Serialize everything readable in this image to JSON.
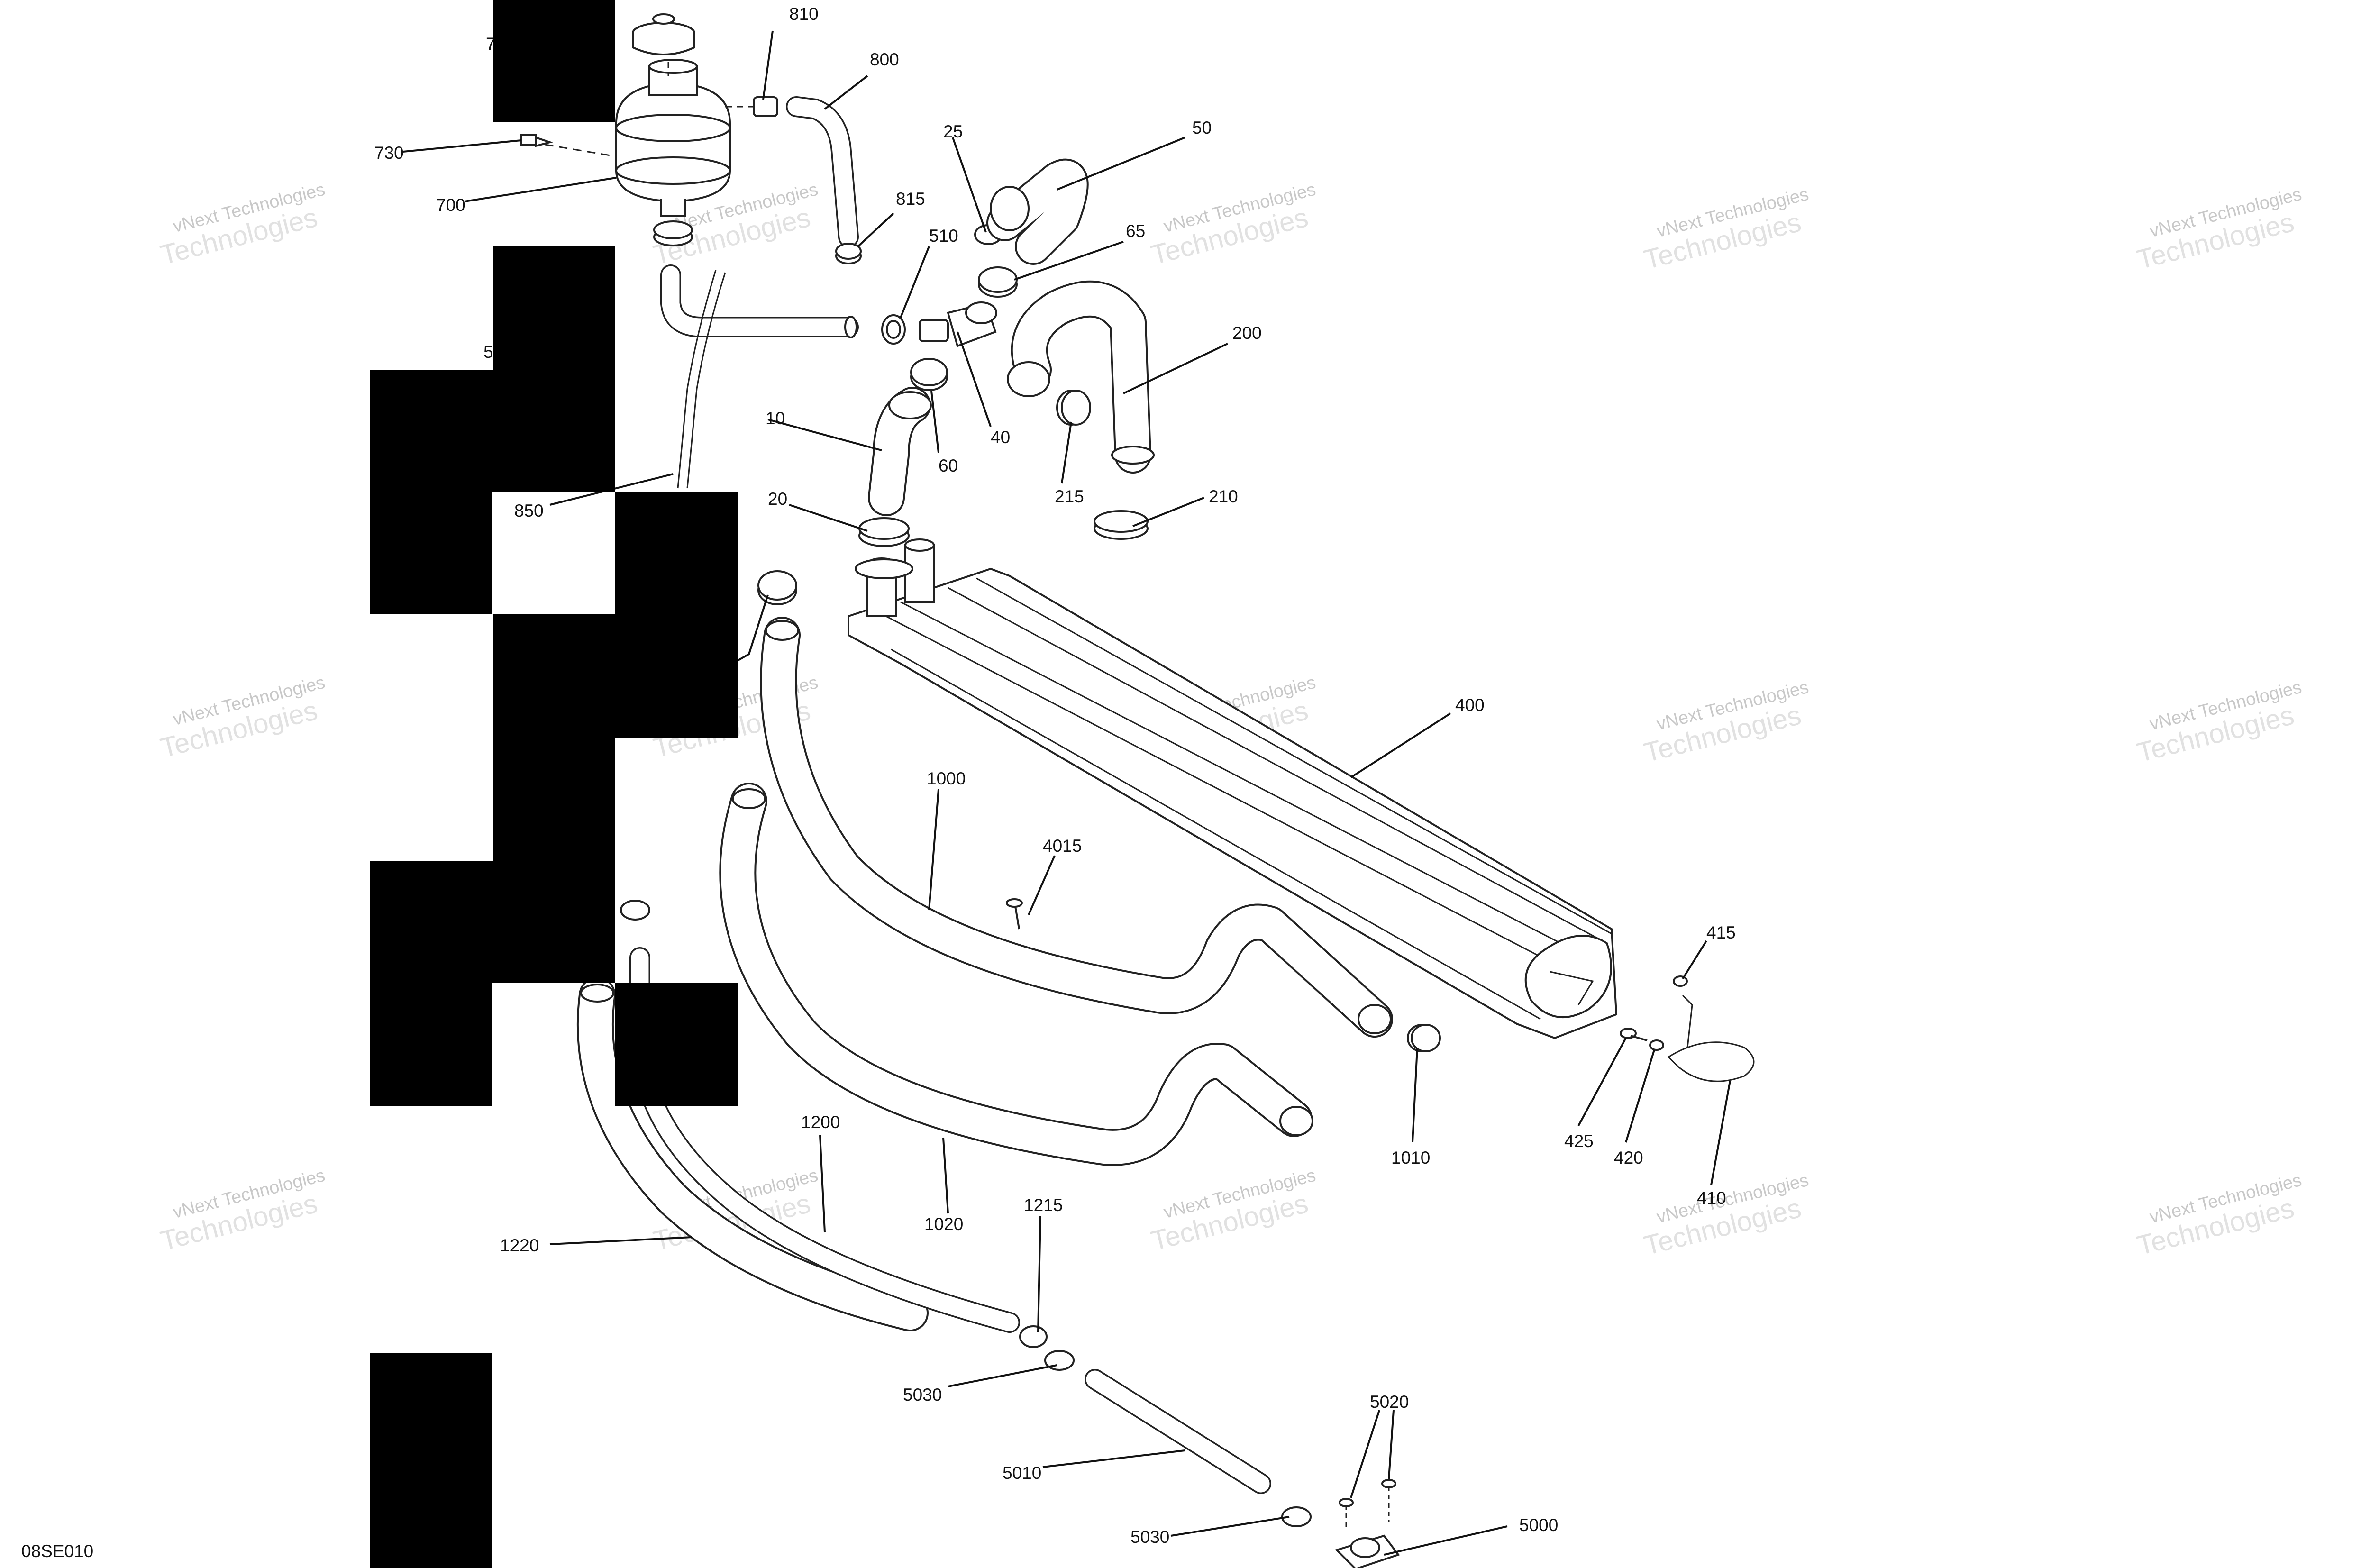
{
  "drawing_code": "08SE010",
  "watermark": {
    "line1": "vNext Technologies",
    "line2": "Technologies"
  },
  "callouts": [
    "810",
    "800",
    "730",
    "700",
    "815",
    "25",
    "50",
    "65",
    "510",
    "200",
    "40",
    "10",
    "60",
    "215",
    "210",
    "20",
    "850",
    "400",
    "1000",
    "4015",
    "415",
    "1010",
    "425",
    "420",
    "410",
    "1200",
    "1215",
    "1220",
    "1020",
    "5030",
    "5010",
    "5020",
    "5000"
  ],
  "partial_callouts": [
    "7",
    "5"
  ],
  "redaction_color": "#000000"
}
